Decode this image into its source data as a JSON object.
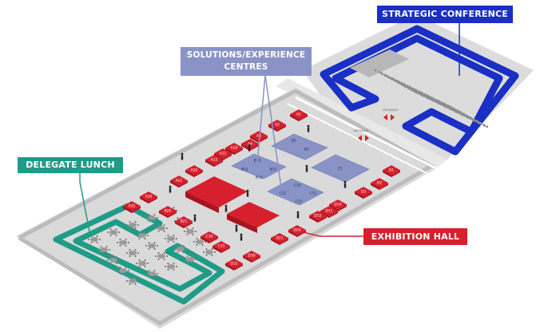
{
  "labels": {
    "strategic_conference": "STRATEGIC CONFERENCE",
    "solutions_line1": "SOLUTIONS/EXPERIENCE",
    "solutions_line2": "CENTRES",
    "delegate_lunch": "DELEGATE LUNCH",
    "exhibition_hall": "EXHIBITION HALL"
  },
  "entrance_signs": [
    "ENTRANCE",
    "ENTRANCE"
  ],
  "booths": {
    "red": [
      "A1",
      "A2",
      "A3",
      "A4",
      "A10",
      "A11",
      "A12",
      "A20",
      "A21",
      "A30",
      "A31",
      "B20",
      "B21",
      "C30",
      "C31",
      "D1",
      "D2",
      "D3",
      "D10",
      "D11",
      "D12",
      "D20",
      "D21",
      "D30",
      "D31"
    ],
    "blue": [
      "B1",
      "B2",
      "B10",
      "B11",
      "B12",
      "B13",
      "C1",
      "C10",
      "C11",
      "C12",
      "C13"
    ]
  },
  "colors": {
    "strategic_conference": "#1a2fc4",
    "solutions": "#8a93c6",
    "delegate_lunch": "#1f9c87",
    "exhibition": "#d7202d",
    "floor": "#d9d9d9",
    "wall": "#bdbdbd"
  }
}
